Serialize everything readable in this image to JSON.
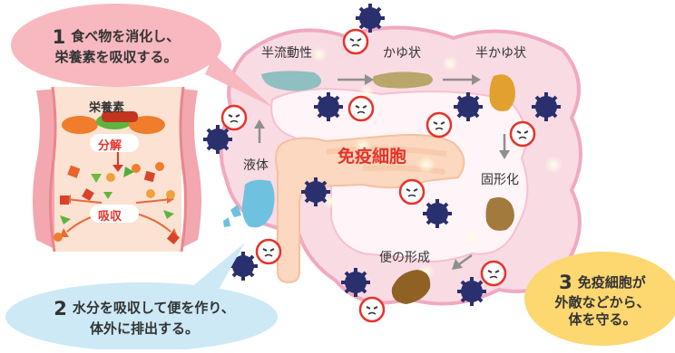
{
  "callouts": {
    "one": {
      "number": "1",
      "line1": "食べ物を消化し、",
      "line2": "栄養素を吸収する。"
    },
    "two": {
      "number": "2",
      "line1": "水分を吸収して便を作り、",
      "line2": "体外に排出する。"
    },
    "three": {
      "number": "3",
      "line1": "免疫細胞が",
      "line2": "外敵などから、",
      "line3": "体を守る。"
    }
  },
  "stages": {
    "semi_fluid": "半流動性",
    "porridge": "かゆ状",
    "semi_porridge": "半かゆ状",
    "solidifying": "固形化",
    "stool_formation": "便の形成",
    "liquid": "液体"
  },
  "center_label": "免疫細胞",
  "inset": {
    "nutrients": "栄養素",
    "breakdown": "分解",
    "absorption": "吸収"
  },
  "colors": {
    "intestine_fill": "#f9dbe4",
    "intestine_edge": "#f0a9c0",
    "small_intestine": "#fbd8bf",
    "callout_pink": "#f7b8bf",
    "callout_blue": "#cde9f6",
    "callout_yellow": "#fdd770",
    "immune_red": "#e6332a",
    "germ_navy": "#2a2f6e"
  }
}
